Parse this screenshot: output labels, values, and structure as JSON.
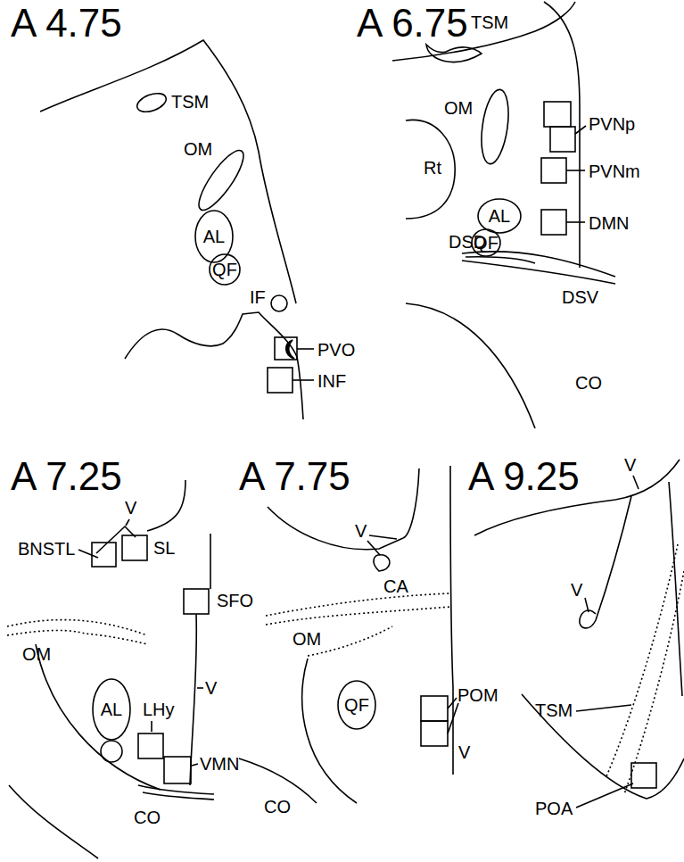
{
  "diagram": {
    "nodes": [
      {
        "text": [
          "AL"
        ]
      },
      {
        "text": [
          "QF"
        ]
      },
      {
        "text": [
          "Rt"
        ]
      },
      {
        "text": [
          "AL"
        ]
      },
      {
        "text": [
          "QF"
        ]
      },
      {
        "text": [
          "AL"
        ]
      },
      {
        "text": [
          "QF"
        ]
      }
    ],
    "labels": [
      "A 4.75",
      "TSM",
      "OM",
      "IF",
      "PVO",
      "INF",
      "A 6.75",
      "TSM",
      "OM",
      "PVNp",
      "PVNm",
      "DMN",
      "DSD",
      "DSV",
      "CO",
      "A 7.25",
      "V",
      "BNSTL",
      "SL",
      "SFO",
      "OM",
      "LHy",
      "V",
      "VMN",
      "CO",
      "A 7.75",
      "V",
      "CA",
      "OM",
      "POM",
      "V",
      "CO",
      "A 9.25",
      "V",
      "V",
      "TSM",
      "POA"
    ]
  }
}
